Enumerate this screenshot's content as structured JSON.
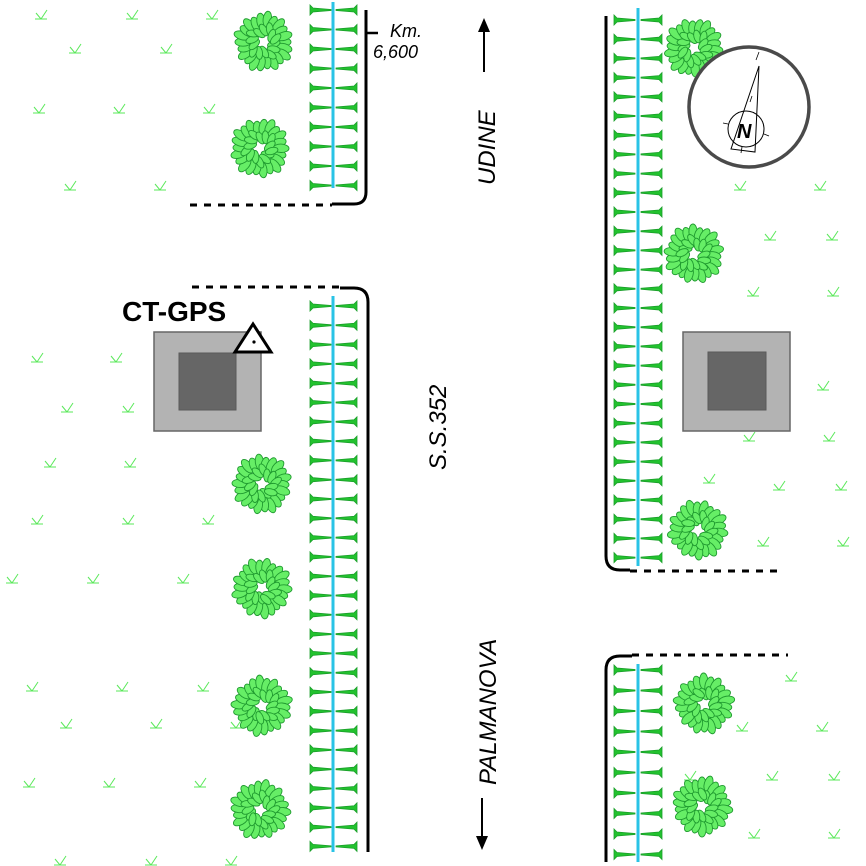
{
  "title": "Site plan S.S.352 with CT-GPS station",
  "road": {
    "name": "S.S.352",
    "direction_north": "UDINE",
    "direction_south": "PALMANOVA"
  },
  "kilometer_marker": {
    "prefix": "Km.",
    "value": "6,600"
  },
  "station": {
    "label": "CT-GPS"
  },
  "north_arrow": {
    "letter": "N"
  },
  "colors": {
    "curb": "#000000",
    "centerline": "#29c3e6",
    "hedge": "#1a9e2a",
    "hedge_fill": "#22c22e",
    "tree_fill": "#66ee66",
    "tree_stroke": "#1f9a2f",
    "grass": "#5ae85a",
    "building_outer": "#b3b3b3",
    "building_inner": "#666666",
    "compass": "#4a4a4a"
  },
  "symbols": {
    "tree": "tree-icon",
    "grass": "grass-icon",
    "building": "building-icon",
    "gps_marker": "triangle-marker-icon",
    "north_arrow": "north-arrow-icon"
  }
}
